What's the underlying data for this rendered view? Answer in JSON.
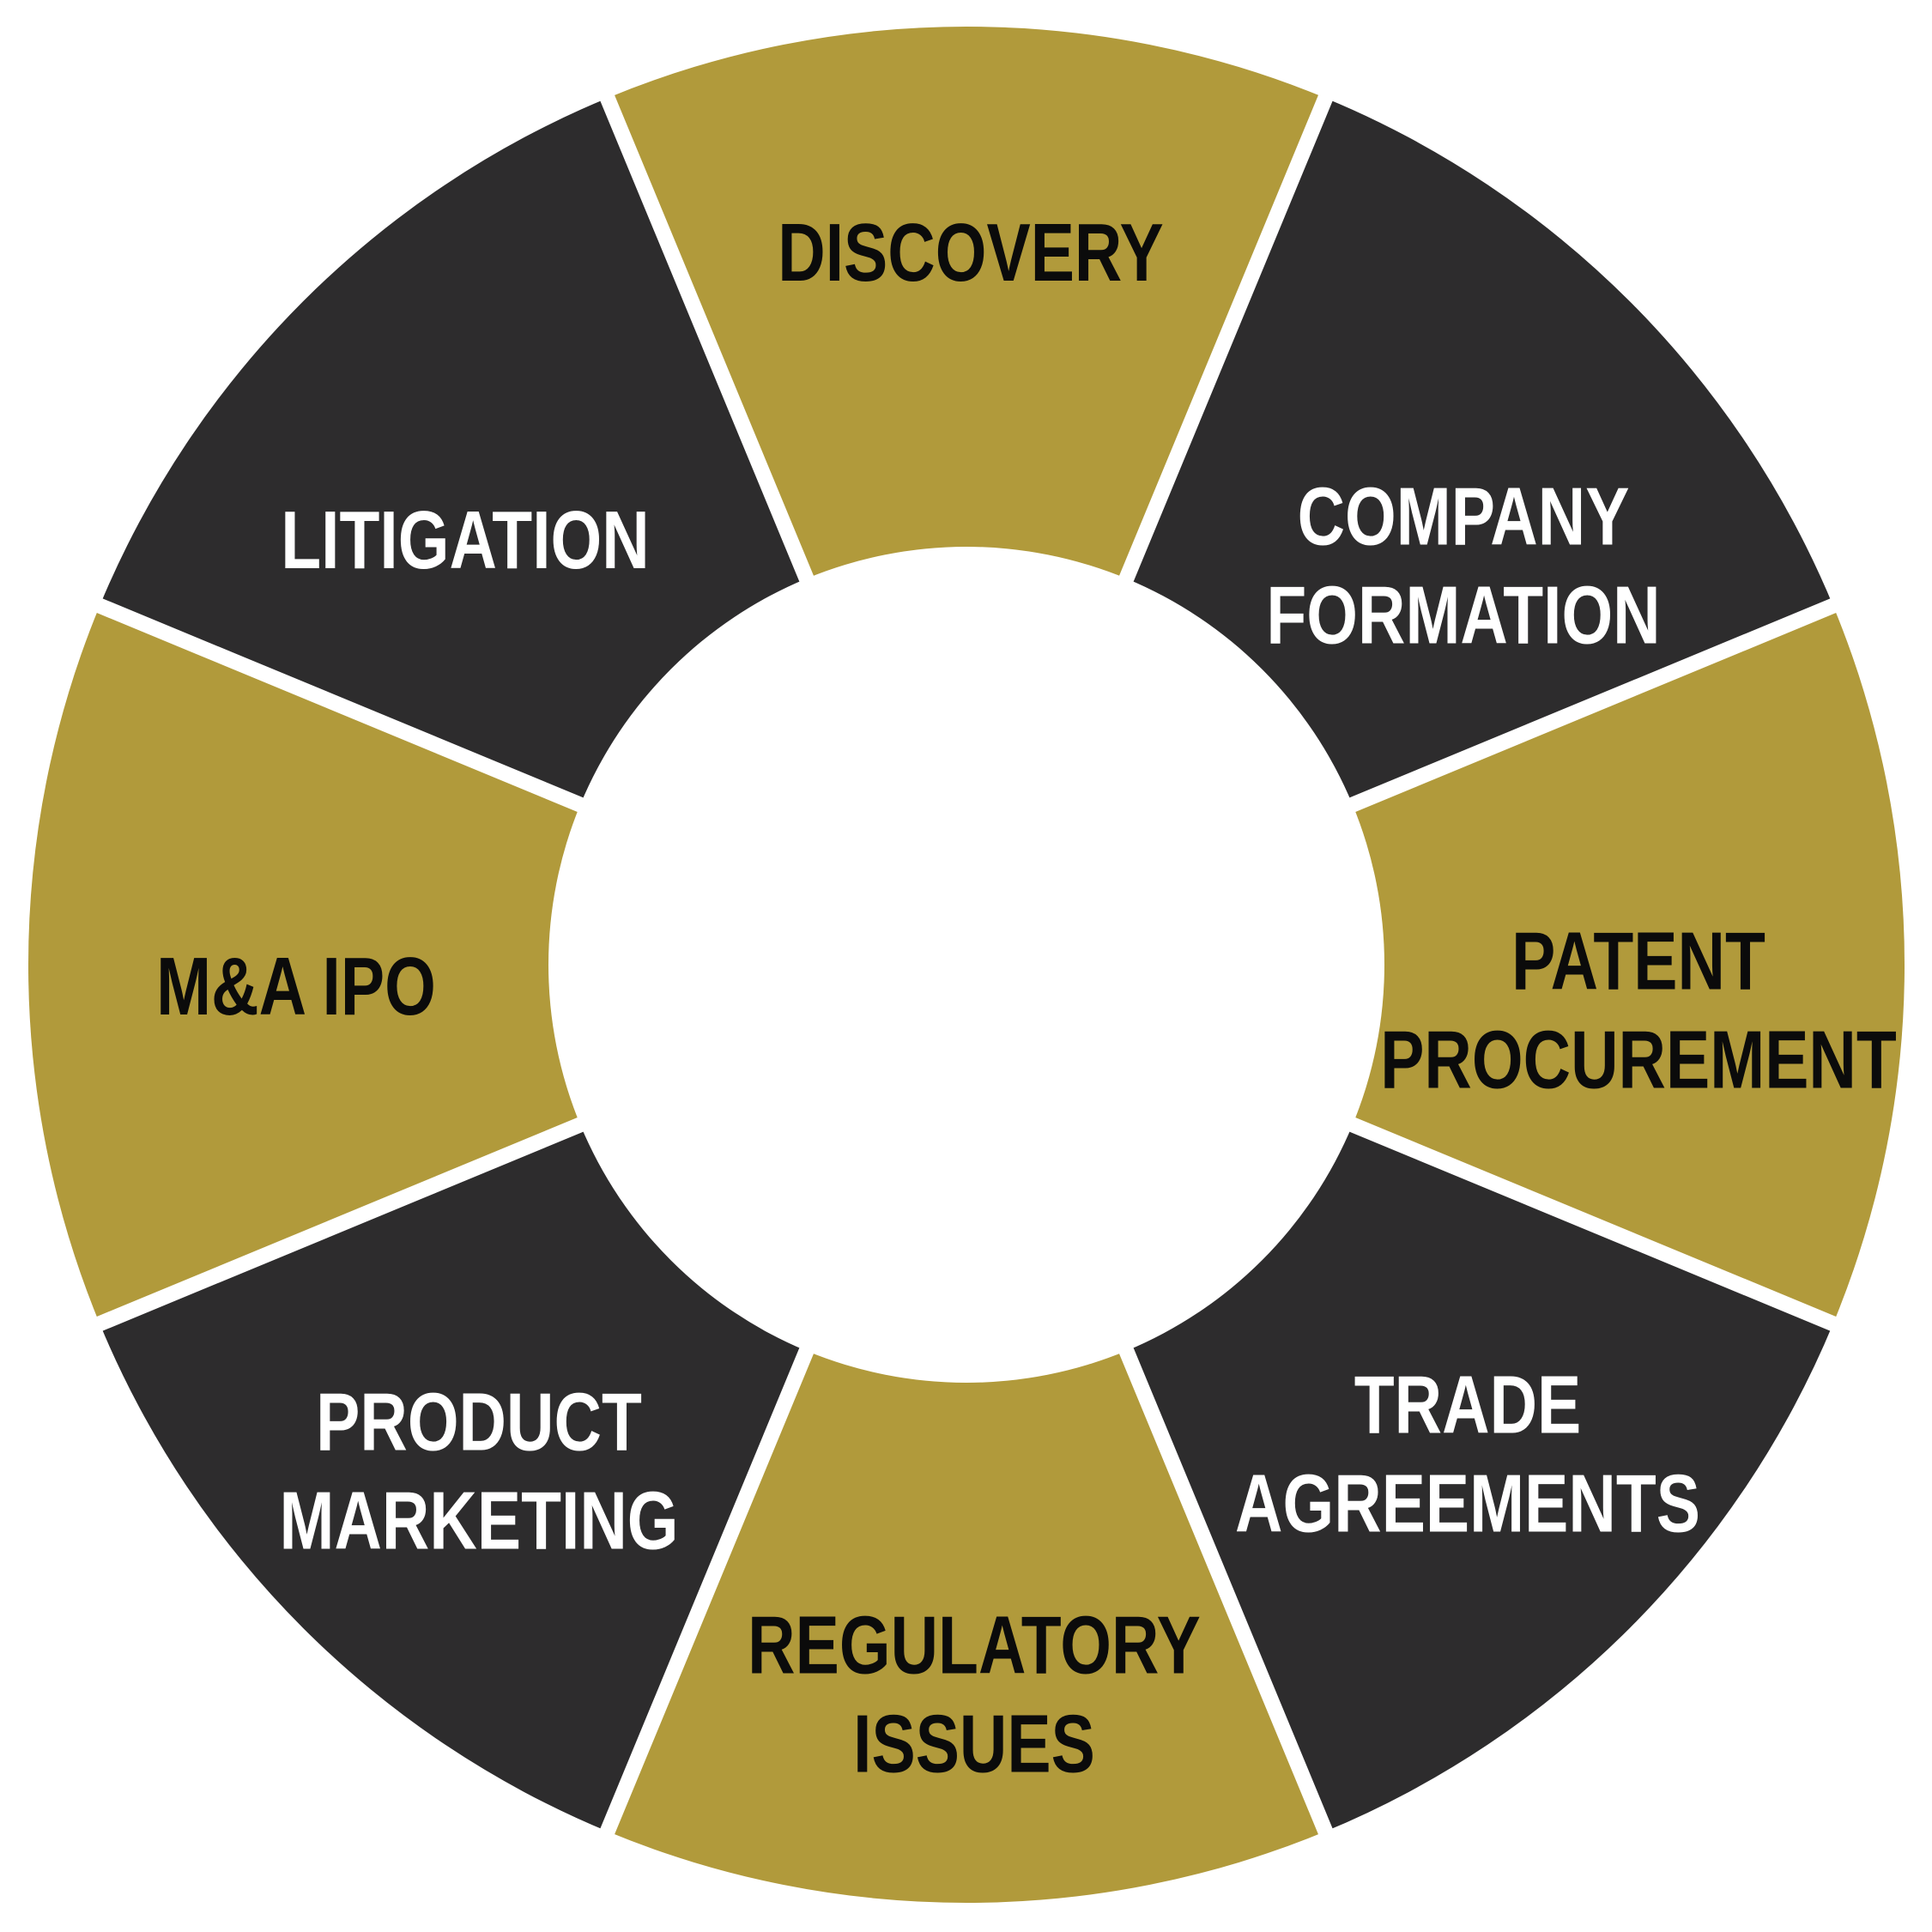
{
  "diagram": {
    "type": "segmented-cycle-wheel",
    "segment_count": 8,
    "colors": {
      "gold": "#B19A3B",
      "charcoal": "#2D2C2D",
      "divider": "#FFFFFF",
      "background": "#FFFFFF",
      "center": "#FFFFFF"
    },
    "segments": [
      {
        "id": "discovery",
        "label": "DISCOVERY",
        "color": "#B19A3B",
        "text_color": "#0B0B0B"
      },
      {
        "id": "company-formation",
        "label": "COMPANY\nFORMATION",
        "color": "#2D2C2D",
        "text_color": "#FFFFFF"
      },
      {
        "id": "patent-procurement",
        "label": "PATENT\nPROCUREMENT",
        "color": "#B19A3B",
        "text_color": "#0B0B0B"
      },
      {
        "id": "trade-agreements",
        "label": "TRADE\nAGREEMENTS",
        "color": "#2D2C2D",
        "text_color": "#FFFFFF"
      },
      {
        "id": "regulatory-issues",
        "label": "REGULATORY\nISSUES",
        "color": "#B19A3B",
        "text_color": "#0B0B0B"
      },
      {
        "id": "product-marketing",
        "label": "PRODUCT\nMARKETING",
        "color": "#2D2C2D",
        "text_color": "#FFFFFF"
      },
      {
        "id": "ma-ipo",
        "label": "M&A IPO",
        "color": "#B19A3B",
        "text_color": "#0B0B0B"
      },
      {
        "id": "litigation",
        "label": "LITIGATION",
        "color": "#2D2C2D",
        "text_color": "#FFFFFF"
      }
    ]
  }
}
